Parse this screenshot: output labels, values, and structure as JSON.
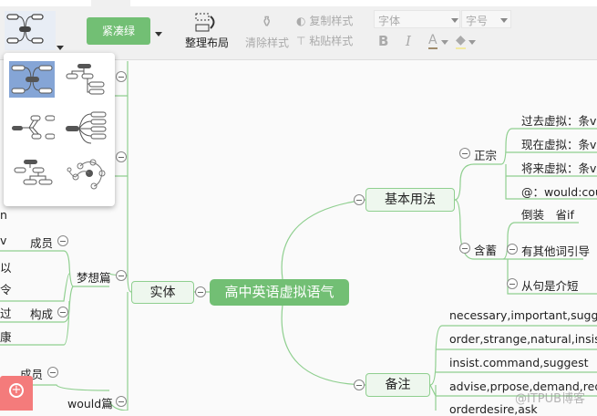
{
  "toolbar": {
    "theme_label": "紧凑绿",
    "arrange_label": "整理布局",
    "clear_style": "清除样式",
    "copy_style": "复制样式",
    "paste_style": "粘贴样式",
    "font_placeholder": "字体",
    "size_placeholder": "字号",
    "bold": "B",
    "italic": "I",
    "font_color": "A"
  },
  "layout_menu": {
    "items": [
      "logical-map",
      "org-chart-right",
      "fishbone",
      "tree-right",
      "org-chart-down",
      "bubble-map"
    ],
    "selected": 0
  },
  "map": {
    "root": "高中英语虚拟语气",
    "left": {
      "main": "实体",
      "groups": [
        "梦想篇",
        "would篇"
      ],
      "sub": [
        "成员",
        "构成",
        "成员"
      ],
      "fragments": [
        "n",
        "v",
        "以",
        "令",
        "过",
        "康"
      ]
    },
    "right": {
      "basic": "基本用法",
      "zhengzong": "正宗",
      "zhengzong_items": [
        "过去虚拟：条v过",
        "现在虚拟：条v过",
        "将来虚拟：条v过",
        "@：would:cou"
      ],
      "hanxu": "含蓄",
      "hanxu_items": [
        "倒装　省if",
        "有其他词引导",
        "从句是介短"
      ],
      "notes": "备注",
      "notes_items": [
        "necessary,important,suggest",
        "order,strange,natural,insist",
        "insist.command,suggest",
        "advise,prpose,demand,requi",
        "orderdesire,ask"
      ]
    }
  },
  "watermark": "@ITPUB博客",
  "colors": {
    "accent": "#72bf74",
    "line": "#8fcf8f",
    "selected": "#85a5d6",
    "fab": "#f47b7b"
  }
}
